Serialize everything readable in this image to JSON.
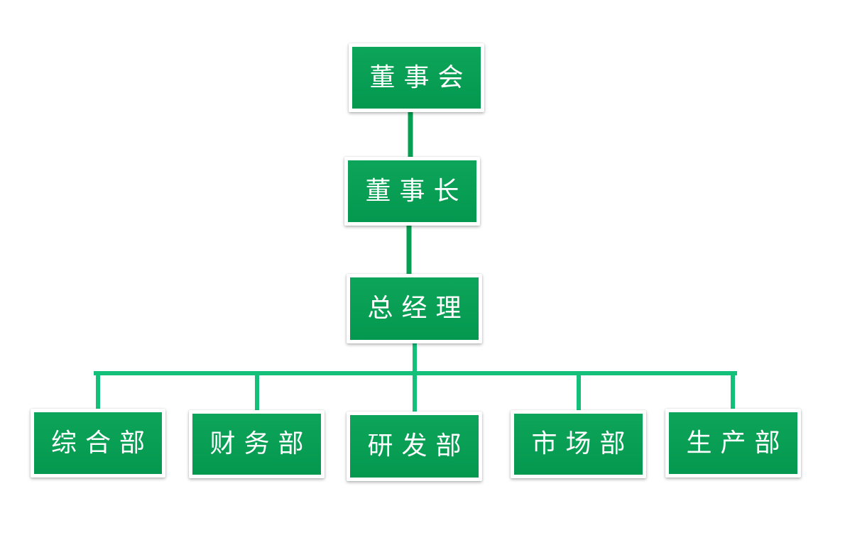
{
  "colors": {
    "node_fill": "#05a052",
    "node_border": "#ffffff",
    "connector": "#05a052",
    "dept_connector": "#12c07a",
    "text": "#ffffff",
    "background": "#ffffff"
  },
  "chart": {
    "board": "董事会",
    "chairman": "董事长",
    "general_manager": "总经理",
    "departments": [
      "综合部",
      "财务部",
      "研发部",
      "市场部",
      "生产部"
    ]
  }
}
